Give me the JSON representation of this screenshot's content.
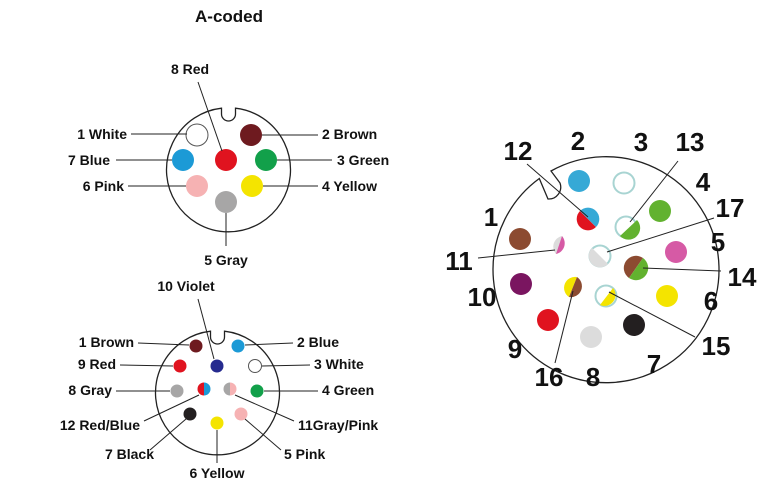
{
  "title": "A-coded",
  "colors": {
    "white": "#ffffff",
    "brown": "#6e1a1f",
    "red": "#e0131f",
    "blue": "#1c9ad6",
    "green": "#12a04a",
    "pink": "#f6b2b3",
    "yellow": "#f4e400",
    "gray": "#a7a6a6",
    "violet": "#262b8f",
    "black": "#231f20",
    "brown2": "#8c4b31",
    "purple": "#7a1560",
    "magenta": "#d65aa5",
    "lime": "#62b22f",
    "cyan": "#36a9d6",
    "lightgray": "#dcdcdc",
    "outline": "#a8d4d2"
  },
  "connector8": {
    "labels": [
      "8 Red",
      "1 White",
      "2 Brown",
      "7 Blue",
      "3 Green",
      "6 Pink",
      "4 Yellow",
      "5 Gray"
    ]
  },
  "connector12": {
    "labels": [
      "10 Violet",
      "1 Brown",
      "2 Blue",
      "9 Red",
      "3 White",
      "8 Gray",
      "4 Green",
      "12 Red/Blue",
      "11Gray/Pink",
      "7 Black",
      "5 Pink",
      "6 Yellow"
    ]
  },
  "connector17": {
    "labels": [
      "2",
      "3",
      "13",
      "12",
      "4",
      "17",
      "1",
      "5",
      "11",
      "14",
      "10",
      "6",
      "15",
      "9",
      "7",
      "16",
      "8"
    ]
  }
}
